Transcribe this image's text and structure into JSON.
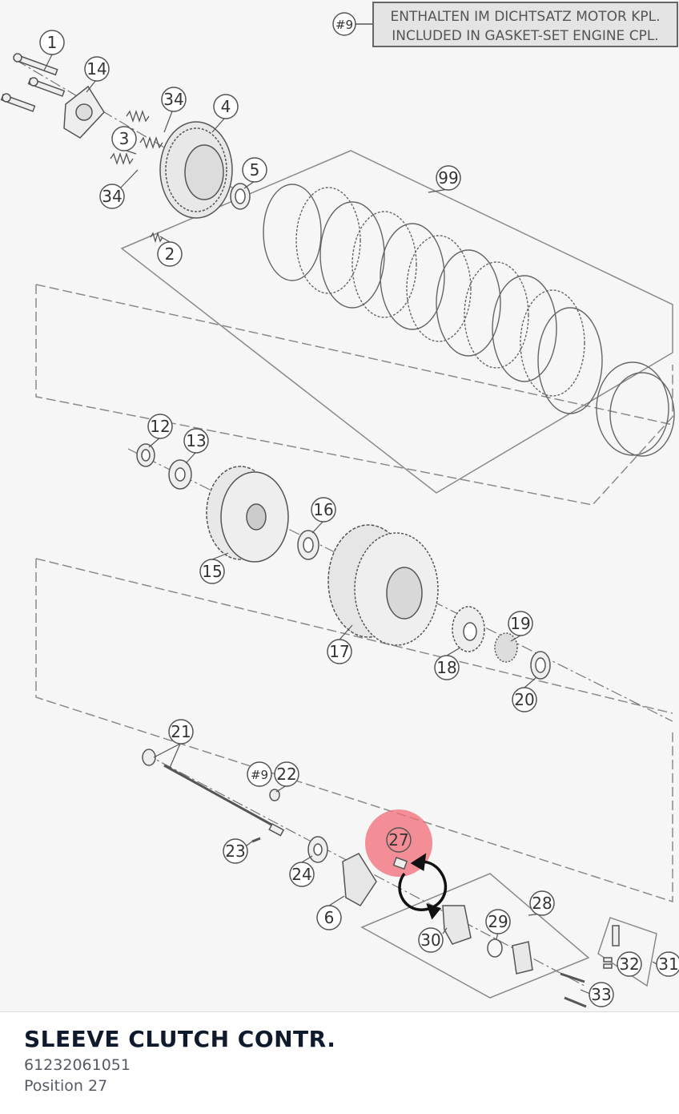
{
  "note": {
    "ref": "#9",
    "line1": "ENTHALTEN IM DICHTSATZ MOTOR KPL.",
    "line2": "INCLUDED IN GASKET-SET ENGINE CPL."
  },
  "callouts": {
    "c1": "1",
    "c14": "14",
    "c34a": "34",
    "c4": "4",
    "c3": "3",
    "c34b": "34",
    "c5": "5",
    "c2": "2",
    "c99": "99",
    "c12": "12",
    "c13": "13",
    "c16": "16",
    "c15": "15",
    "c17": "17",
    "c18": "18",
    "c19": "19",
    "c20": "20",
    "c21": "21",
    "c9b": "#9",
    "c22": "22",
    "c23": "23",
    "c24": "24",
    "c27": "27",
    "c6": "6",
    "c28": "28",
    "c29": "29",
    "c30": "30",
    "c32": "32",
    "c31": "31",
    "c33": "33"
  },
  "colors": {
    "highlight": "#f26b75",
    "ink": "#555555",
    "accent": "#0f1b2d"
  },
  "part": {
    "name": "SLEEVE CLUTCH CONTR.",
    "number": "61232061051",
    "position": "Position 27"
  }
}
